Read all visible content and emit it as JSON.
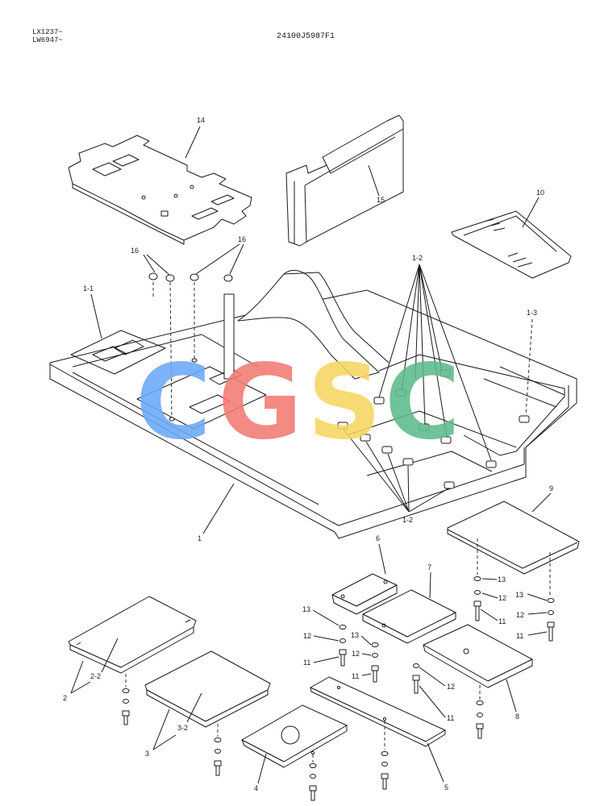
{
  "header": {
    "model_lines": [
      "LX1237~",
      "LW6947~"
    ],
    "part_number": "24100J5987F1"
  },
  "callouts": [
    "14",
    "15",
    "10",
    "16",
    "16",
    "1-1",
    "1-2",
    "1-3",
    "1",
    "1-2",
    "9",
    "6",
    "7",
    "13",
    "12",
    "11",
    "13",
    "12",
    "11",
    "13",
    "12",
    "11",
    "13",
    "12",
    "11",
    "12",
    "11",
    "8",
    "2-2",
    "2",
    "3-2",
    "3",
    "4",
    "5"
  ],
  "watermark": {
    "letters": [
      "C",
      "G",
      "S",
      "C"
    ],
    "colors": [
      "#6aa8f7",
      "#f27b73",
      "#f6d560",
      "#5dbb8a"
    ]
  }
}
